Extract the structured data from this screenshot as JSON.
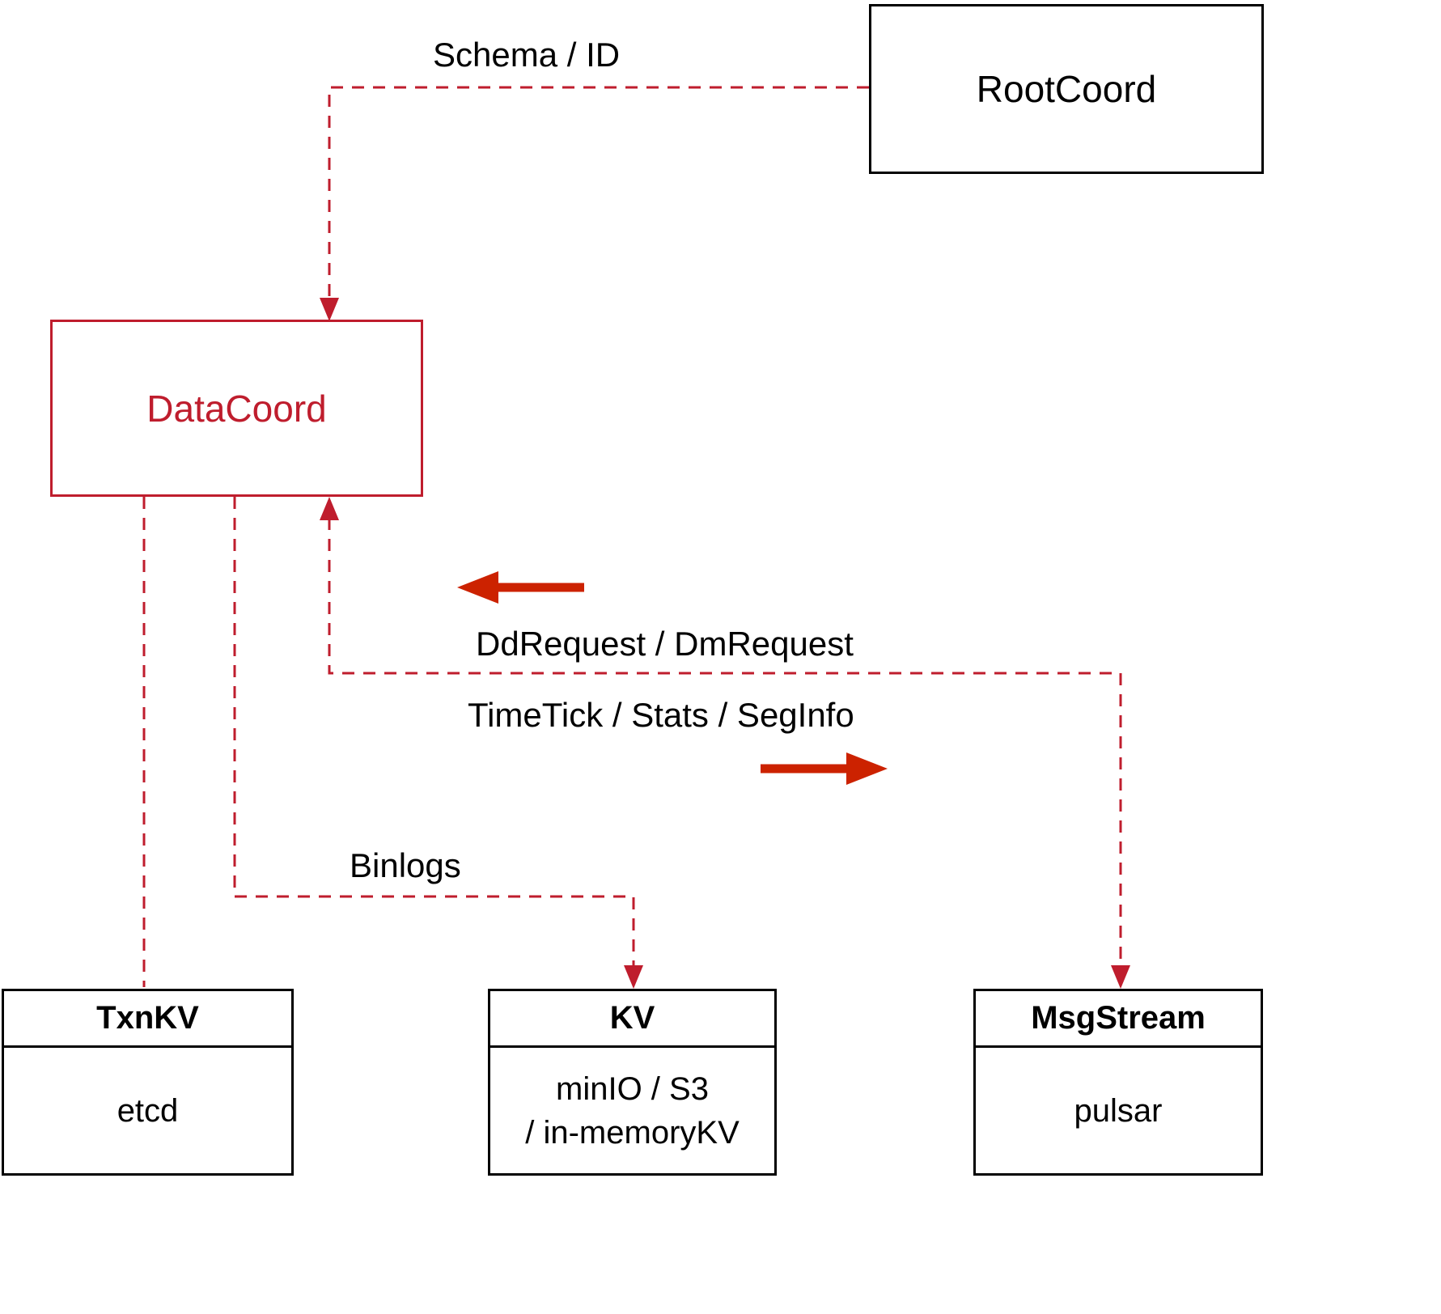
{
  "diagram": {
    "nodes": {
      "rootcoord": {
        "label": "RootCoord"
      },
      "datacoord": {
        "label": "DataCoord"
      },
      "txnkv": {
        "title": "TxnKV",
        "body": "etcd"
      },
      "kv": {
        "title": "KV",
        "body_line1": "minIO / S3",
        "body_line2": "/ in-memoryKV"
      },
      "msgstream": {
        "title": "MsgStream",
        "body": "pulsar"
      }
    },
    "edges": {
      "schema_id_label": "Schema / ID",
      "ddrequest_label": "DdRequest / DmRequest",
      "timetick_label": "TimeTick / Stats / SegInfo",
      "binlogs_label": "Binlogs"
    },
    "colors": {
      "dashed_red": "#bf1d2d",
      "solid_red": "#cc2200",
      "box_red": "#bf1d2d",
      "ink": "#000000"
    }
  }
}
